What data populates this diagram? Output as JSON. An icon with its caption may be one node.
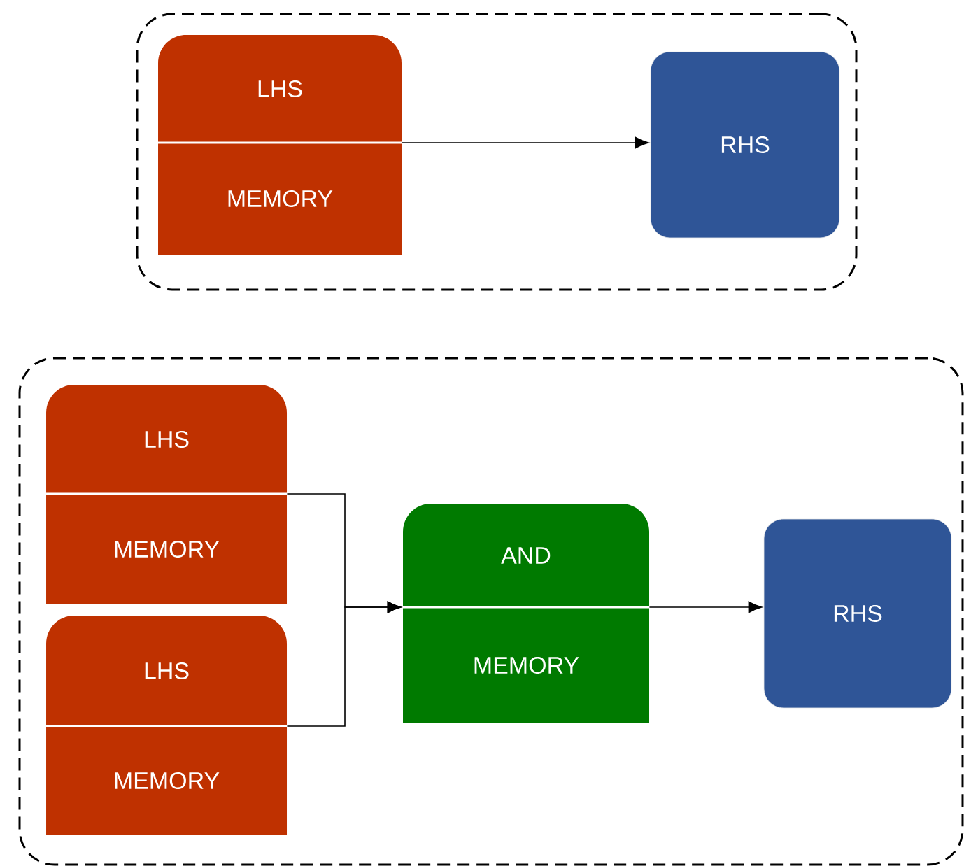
{
  "diagram": {
    "nodes": [
      {
        "text": [],
        "shape": "box"
      },
      {
        "text": [
          "LHS",
          "MEMORY"
        ],
        "in": 0
      },
      {
        "text": [
          "RHS"
        ],
        "in": 0
      },
      {
        "text": [],
        "shape": "box"
      },
      {
        "text": [
          "LHS",
          "MEMORY"
        ],
        "in": 3
      },
      {
        "text": [
          "LHS",
          "MEMORY"
        ],
        "in": 3
      },
      {
        "text": [
          "AND",
          "MEMORY"
        ],
        "in": 3
      },
      {
        "text": [
          "RHS"
        ],
        "in": 3
      }
    ],
    "edges": [
      {
        "from": 1,
        "to": 2,
        "arrow": "to"
      },
      {
        "from": 4,
        "to": 6,
        "arrow": "to"
      },
      {
        "from": 5,
        "to": 6,
        "arrow": "to"
      },
      {
        "from": 6,
        "to": 7,
        "arrow": "to"
      }
    ]
  }
}
